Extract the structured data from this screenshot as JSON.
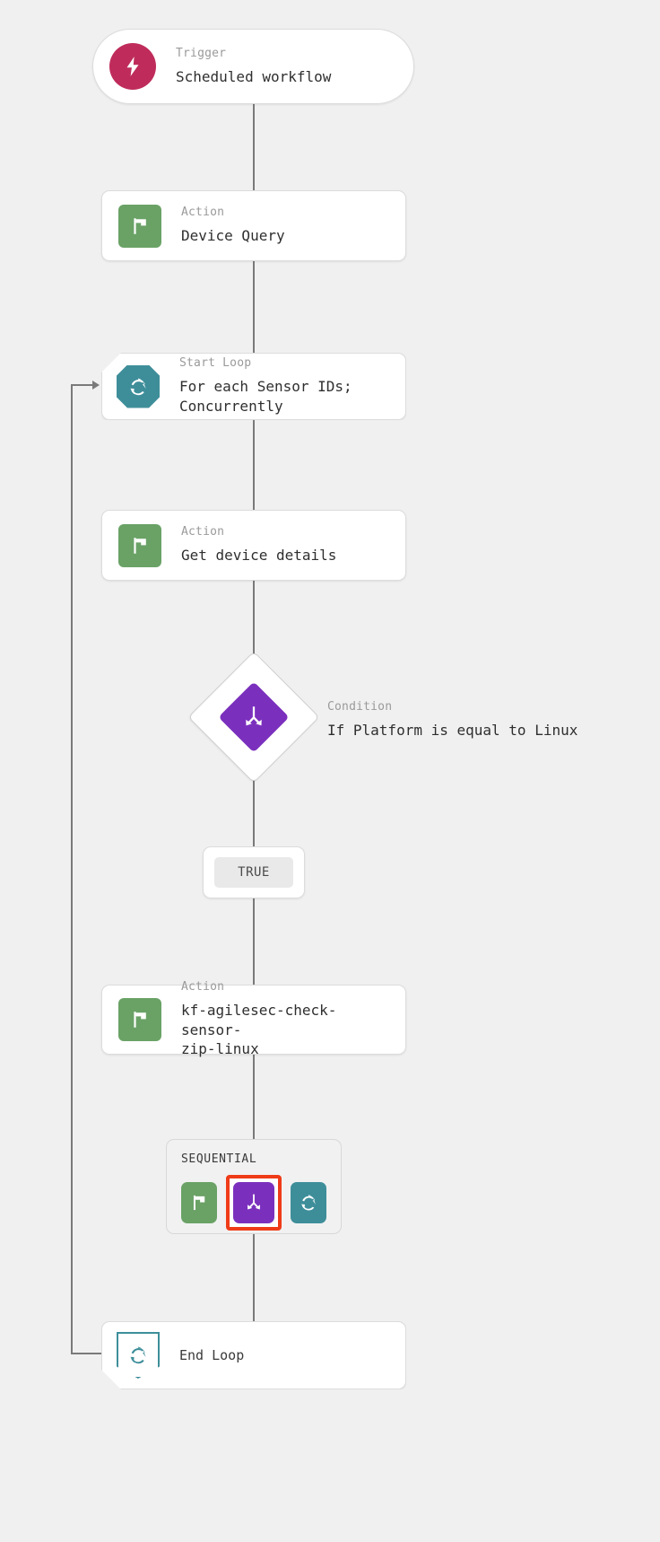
{
  "diagram": {
    "type": "workflow-flowchart",
    "background_color": "#f0f0f0",
    "colors": {
      "trigger": "#bf2c5b",
      "action": "#6aa266",
      "loop": "#3e8e9a",
      "condition": "#7b30bd",
      "selection_highlight": "#ef3b18",
      "connector": "#7a7a7a",
      "card_background": "#ffffff",
      "card_border": "#dcdcdc"
    }
  },
  "nodes": {
    "trigger": {
      "kicker": "Trigger",
      "title": "Scheduled workflow",
      "icon": "lightning-bolt-icon"
    },
    "device_query": {
      "kicker": "Action",
      "title": "Device Query",
      "icon": "flag-icon"
    },
    "start_loop": {
      "kicker": "Start Loop",
      "title": "For each Sensor IDs;\nConcurrently",
      "icon": "loop-refresh-icon"
    },
    "get_device_details": {
      "kicker": "Action",
      "title": "Get device details",
      "icon": "flag-icon"
    },
    "condition": {
      "kicker": "Condition",
      "title": "If Platform is equal to Linux",
      "icon": "branch-icon"
    },
    "true_branch": {
      "label": "TRUE"
    },
    "check_sensor": {
      "kicker": "Action",
      "title": "kf-agilesec-check-sensor-\nzip-linux",
      "icon": "flag-icon"
    },
    "sequential_group": {
      "title": "SEQUENTIAL",
      "items": [
        {
          "icon": "flag-icon",
          "type": "action",
          "selected": false
        },
        {
          "icon": "branch-icon",
          "type": "condition",
          "selected": true
        },
        {
          "icon": "loop-refresh-icon",
          "type": "loop",
          "selected": false
        }
      ]
    },
    "end_loop": {
      "title": "End Loop",
      "icon": "loop-refresh-icon"
    }
  }
}
